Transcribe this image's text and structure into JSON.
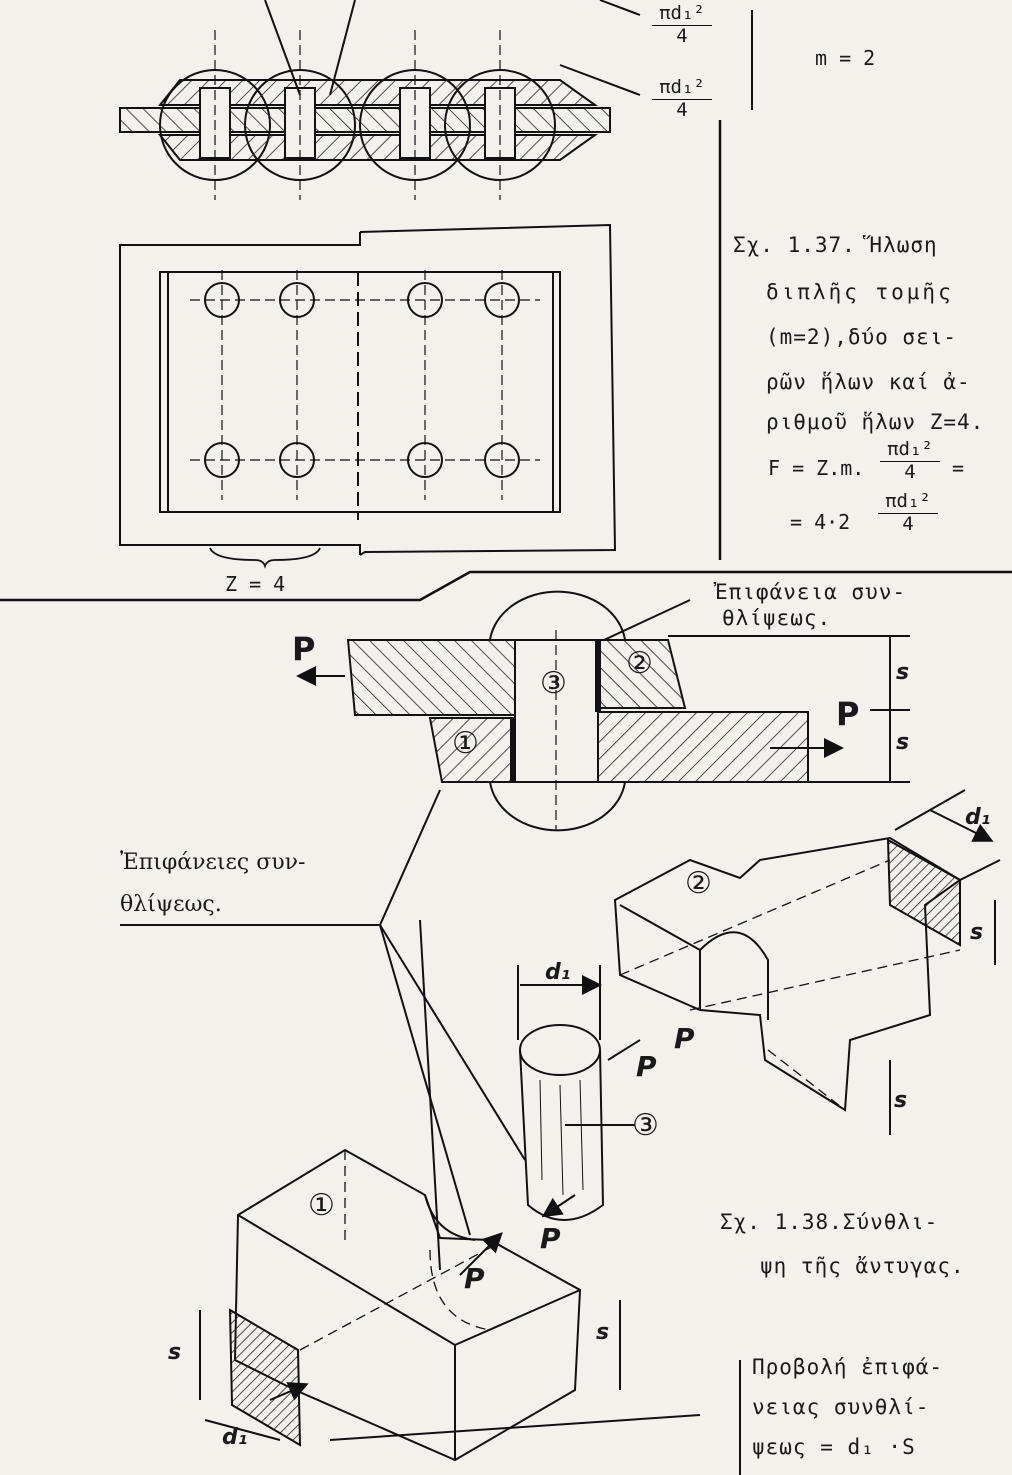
{
  "top_fraction_1": {
    "numerator": "πd₁²",
    "denominator": "4"
  },
  "top_fraction_2": {
    "numerator": "πd₁²",
    "denominator": "4"
  },
  "m_label": "m = 2",
  "z_label": "Z = 4",
  "fig_137": {
    "line1": "Σχ. 1.37. Ἥλωση",
    "line2": "διπλῆς τομῆς",
    "line3": "(m=2),δύο σει-",
    "line4": "ρῶν ἥλων καί ἀ-",
    "line5": "ριθμοῦ ἥλων Z=4.",
    "formula_prefix": "F = Z.m.",
    "formula_frac": {
      "numerator": "πd₁²",
      "denominator": "4"
    },
    "formula_suffix": "=",
    "formula2_prefix": "= 4·2",
    "formula2_frac": {
      "numerator": "πd₁²",
      "denominator": "4"
    }
  },
  "surface_label_top": {
    "line1": "Ἐπιφάνεια συν-",
    "line2": "θλίψεως."
  },
  "surfaces_label": {
    "line1": "Ἐπιφάνειες συν-",
    "line2": "θλίψεως."
  },
  "fig_138": {
    "line1": "Σχ. 1.38.Σύνθλι-",
    "line2": "ψη τῆς ἄντυγας."
  },
  "projection_label": {
    "line1": "Προβολή ἐπιφά-",
    "line2": "νειας συνθλί-",
    "line3": "ψεως = d₁ ·S"
  },
  "force_label": "P",
  "thickness_label": "s",
  "diameter_label": "d₁",
  "part_numbers": [
    "①",
    "②",
    "③"
  ]
}
